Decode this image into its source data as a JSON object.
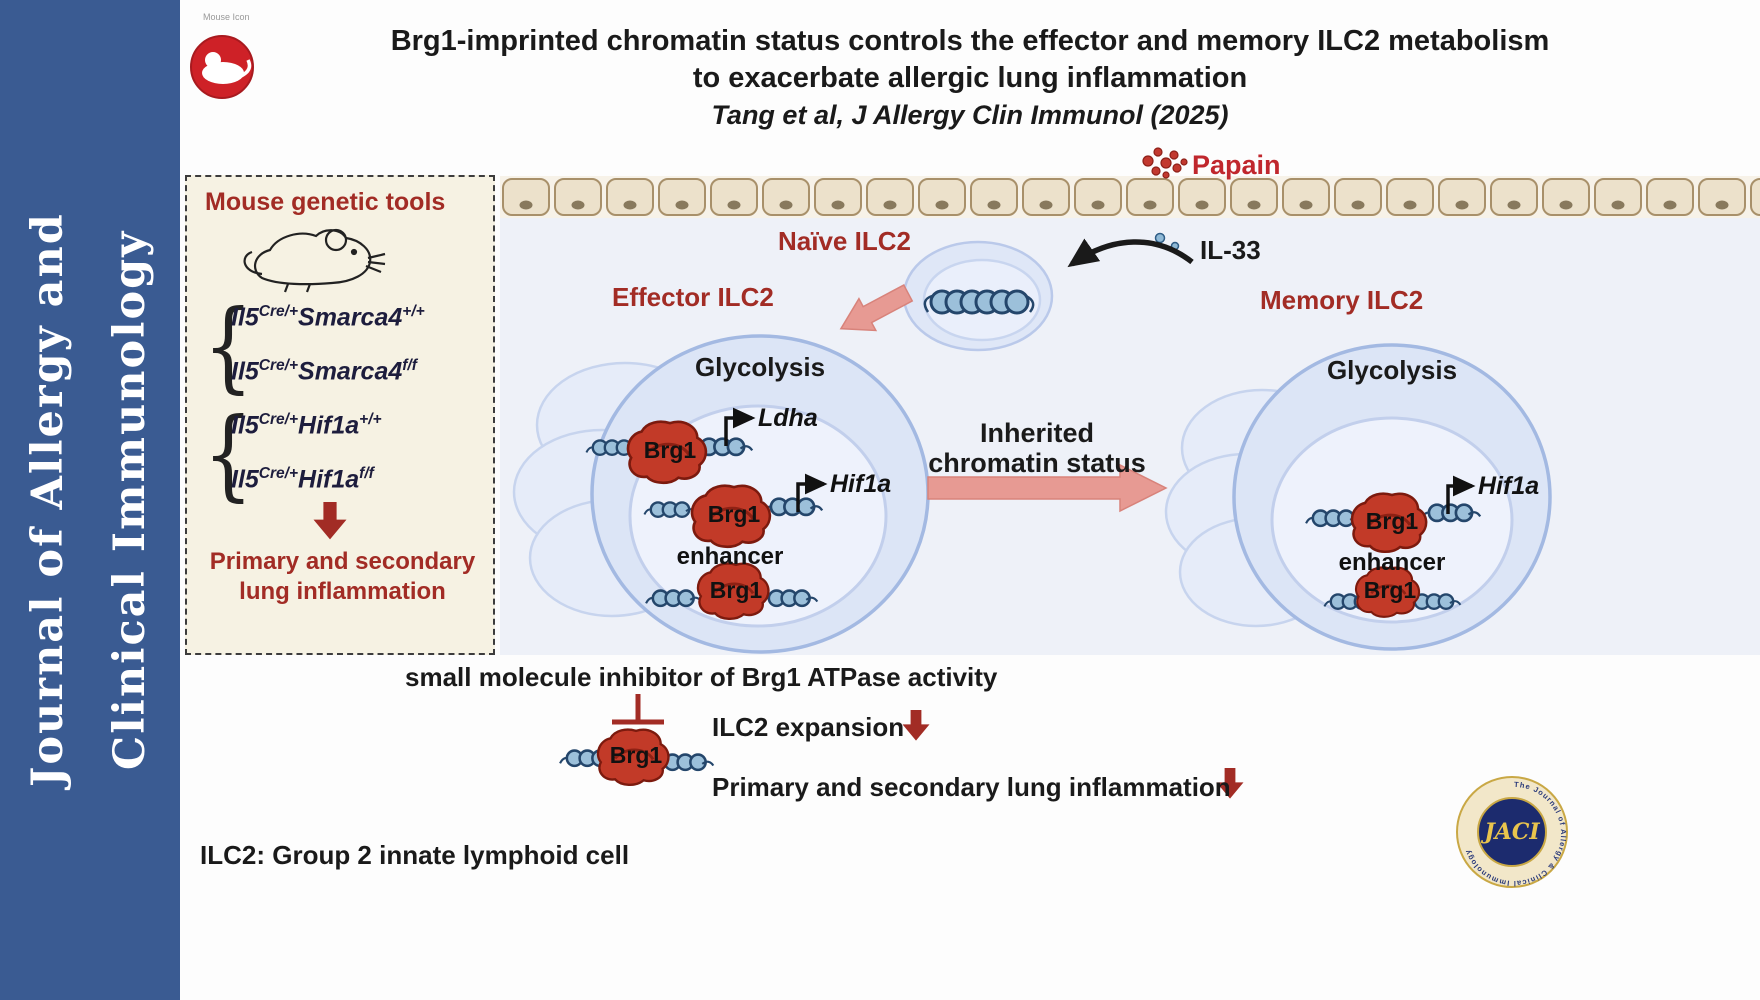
{
  "colors": {
    "sidebar_blue": "#3a5b92",
    "dark_red": "#a22c25",
    "papain_red": "#c0272d",
    "brg1_blob_red": "#c23a28",
    "arrow_pink": "#e79a93",
    "cell_blue": "#dce5f6"
  },
  "sidebar": {
    "line1": "Journal of Allergy and",
    "line2": "Clinical Immunology"
  },
  "header": {
    "mouse_icon_caption": "Mouse Icon",
    "title_line1": "Brg1-imprinted chromatin status controls the effector and memory ILC2 metabolism",
    "title_line2": "to exacerbate allergic lung inflammation",
    "citation": "Tang et al, J Allergy Clin Immunol (2025)"
  },
  "genetic_tools": {
    "title": "Mouse genetic tools",
    "genotypes": [
      {
        "p1": "Il5",
        "s1": "Cre/+",
        "p2": "Smarca4",
        "s2": "+/+"
      },
      {
        "p1": "Il5",
        "s1": "Cre/+",
        "p2": "Smarca4",
        "s2": "f/f"
      },
      {
        "p1": "Il5",
        "s1": "Cre/+",
        "p2": "Hif1a",
        "s2": "+/+"
      },
      {
        "p1": "Il5",
        "s1": "Cre/+",
        "p2": "Hif1a",
        "s2": "f/f"
      }
    ],
    "outcome_line1": "Primary and secondary",
    "outcome_line2": "lung inflammation"
  },
  "pathway": {
    "papain": "Papain",
    "il33": "IL-33",
    "naive_label": "Naïve ILC2",
    "effector_label": "Effector ILC2",
    "memory_label": "Memory ILC2",
    "glycolysis": "Glycolysis",
    "brg1": "Brg1",
    "ldha": "Ldha",
    "hif1a": "Hif1a",
    "enhancer": "enhancer",
    "inherited_line1": "Inherited",
    "inherited_line2": "chromatin status"
  },
  "bottom": {
    "inhibitor": "small molecule inhibitor of Brg1 ATPase activity",
    "ilc2_expansion": "ILC2 expansion",
    "lung_inflammation": "Primary and secondary lung inflammation",
    "footnote": "ILC2: Group 2 innate lymphoid cell"
  },
  "logo": {
    "acronym": "JACI",
    "ring_text": "The Journal of Allergy & Clinical Immunology"
  }
}
